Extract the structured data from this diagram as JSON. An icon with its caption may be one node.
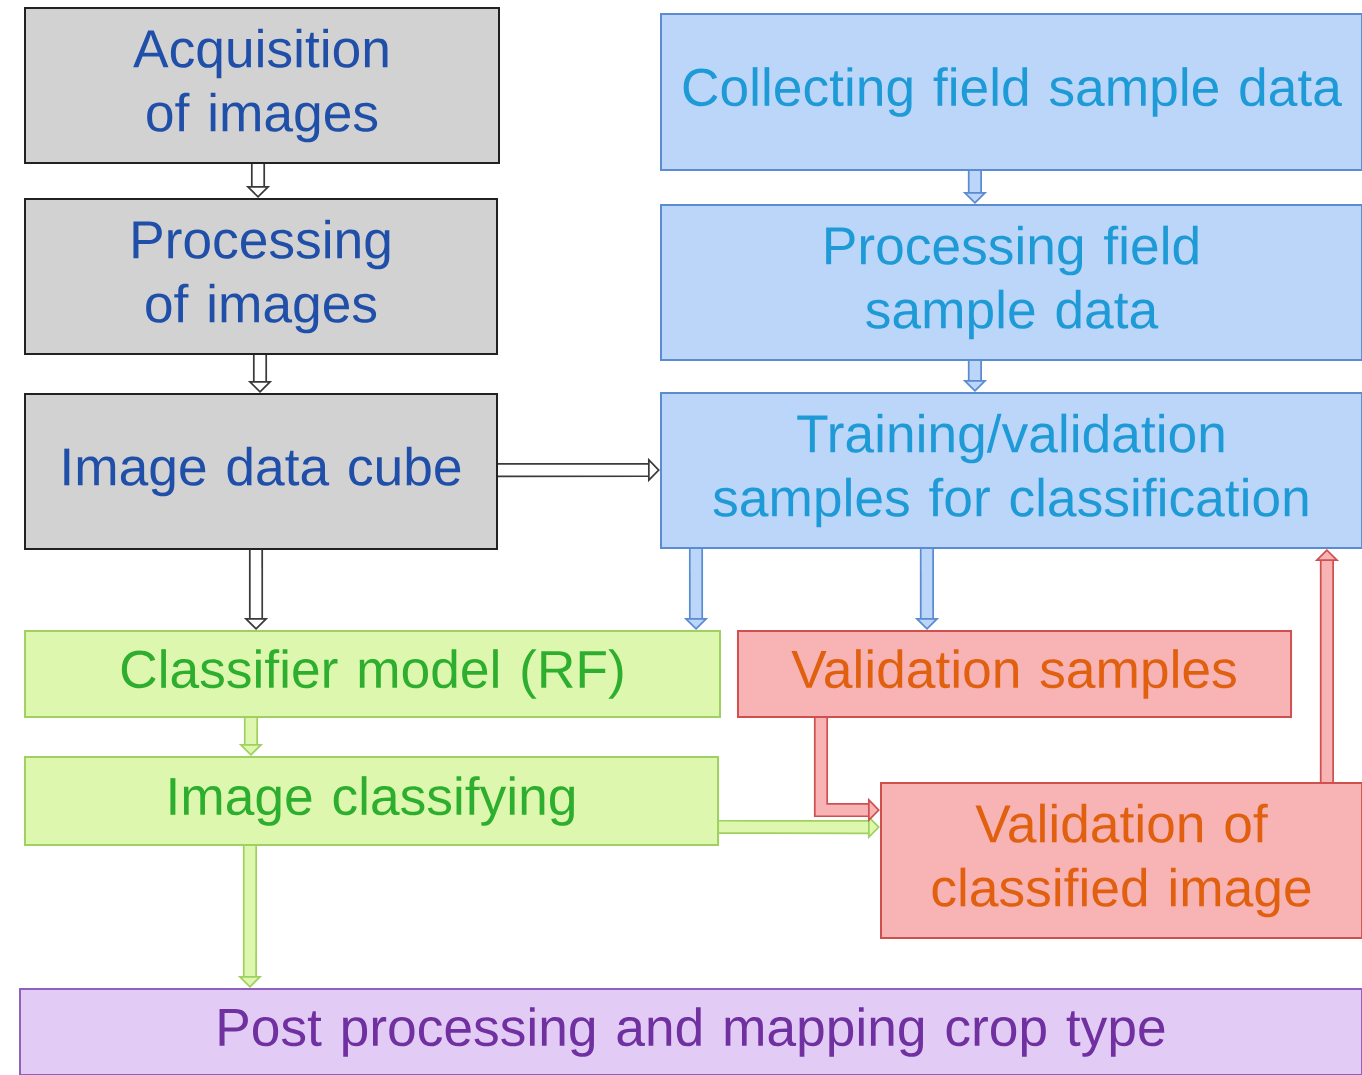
{
  "diagram": {
    "nodes": [
      {
        "text": [
          "Acquisition of images"
        ]
      },
      {
        "text": [
          "Processing of images"
        ]
      },
      {
        "text": [
          "Image data cube"
        ]
      },
      {
        "text": [
          "Collecting field sample data"
        ]
      },
      {
        "text": [
          "Processing field sample data"
        ]
      },
      {
        "text": [
          "Training/validation samples for classification"
        ]
      },
      {
        "text": [
          "Classifier model (RF)"
        ]
      },
      {
        "text": [
          "Validation samples"
        ]
      },
      {
        "text": [
          "Image classifying"
        ]
      },
      {
        "text": [
          "Validation of classified image"
        ]
      },
      {
        "text": [
          "Post processing and mapping crop type"
        ]
      }
    ],
    "edges": [
      {
        "from": 0,
        "to": 1,
        "arrow": "to",
        "color": "#3a3a3a"
      },
      {
        "from": 1,
        "to": 2,
        "arrow": "to",
        "color": "#3a3a3a"
      },
      {
        "from": 2,
        "to": 5,
        "arrow": "to",
        "color": "#3a3a3a"
      },
      {
        "from": 2,
        "to": 6,
        "arrow": "to",
        "color": "#3a3a3a"
      },
      {
        "from": 3,
        "to": 4,
        "arrow": "to",
        "color": "#5b8bd0"
      },
      {
        "from": 4,
        "to": 5,
        "arrow": "to",
        "color": "#5b8bd0"
      },
      {
        "from": 5,
        "to": 6,
        "arrow": "to",
        "color": "#5b8bd0"
      },
      {
        "from": 5,
        "to": 7,
        "arrow": "to",
        "color": "#5b8bd0"
      },
      {
        "from": 6,
        "to": 8,
        "arrow": "to",
        "color": "#9fd060"
      },
      {
        "from": 8,
        "to": 9,
        "arrow": "to",
        "color": "#9fd060"
      },
      {
        "from": 8,
        "to": 10,
        "arrow": "to",
        "color": "#9fd060"
      },
      {
        "from": 7,
        "to": 9,
        "arrow": "to",
        "color": "#d05050"
      },
      {
        "from": 9,
        "to": 5,
        "arrow": "to",
        "color": "#d05050"
      }
    ]
  }
}
